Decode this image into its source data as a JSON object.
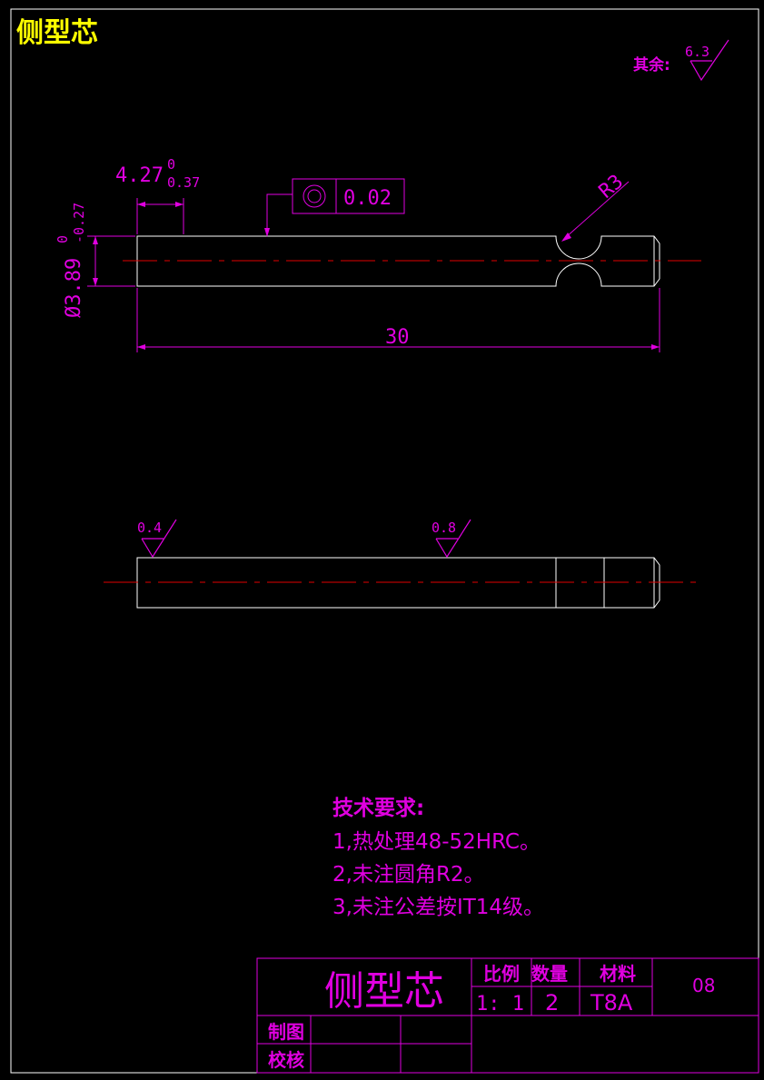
{
  "header": {
    "title": "侧型芯"
  },
  "roughness_default": {
    "prefix": "其余:",
    "value": "6.3"
  },
  "front_view": {
    "length_dim": "4.27",
    "length_tol_upper": "0",
    "length_tol_lower": "0.37",
    "coaxiality_value": "0.02",
    "radius_label": "R3",
    "diameter_dim": "Ø3.89",
    "diameter_tol_upper": "0",
    "diameter_tol_lower": "-0.27",
    "total_length": "30"
  },
  "top_view": {
    "roughness_left": "0.4",
    "roughness_right": "0.8"
  },
  "notes": {
    "heading": "技术要求:",
    "items": [
      "1,热处理48-52HRC。",
      "2,未注圆角R2。",
      "3,未注公差按IT14级。"
    ]
  },
  "title_block": {
    "part_name": "侧型芯",
    "scale_label": "比例",
    "scale_value": "1: 1",
    "qty_label": "数量",
    "qty_value": "2",
    "material_label": "材料",
    "material_value": "T8A",
    "drawing_no": "08",
    "drawn_label": "制图",
    "checked_label": "校核"
  },
  "colors": {
    "outline": "#ffffff",
    "dimension": "#e000e0",
    "centerline": "#e00000",
    "title": "#ffff00"
  }
}
